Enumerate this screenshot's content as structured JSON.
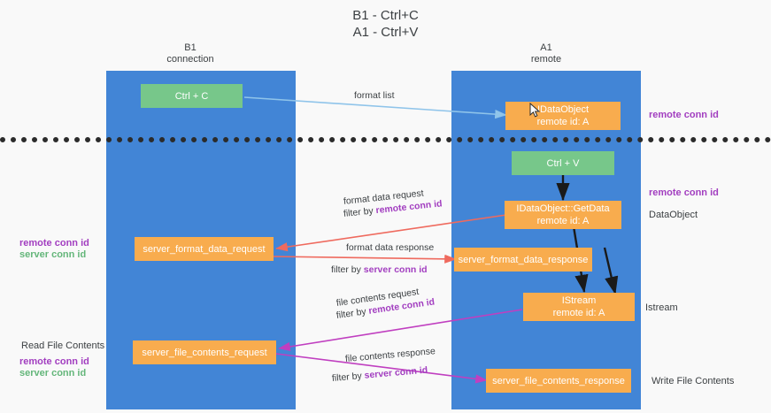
{
  "title": "B1 - Ctrl+C\nA1 - Ctrl+V",
  "columns": [
    {
      "name": "B1",
      "label": "B1\nconnection"
    },
    {
      "name": "A1",
      "label": "A1\nremote"
    }
  ],
  "nodes": {
    "ctrl_c": {
      "line1": "Ctrl + C",
      "line2": ""
    },
    "ctrl_v": {
      "line1": "Ctrl + V",
      "line2": ""
    },
    "idataobject": {
      "line1": "IDataObject",
      "line2": "remote id: A"
    },
    "getdata": {
      "line1": "IDataObject::GetData",
      "line2": "remote id: A"
    },
    "istream": {
      "line1": "IStream",
      "line2": "remote id: A"
    },
    "server_format_data_request": {
      "line1": "server_format_data_request",
      "line2": ""
    },
    "server_format_data_response": {
      "line1": "server_format_data_response",
      "line2": ""
    },
    "server_file_contents_request": {
      "line1": "server_file_contents_request",
      "line2": ""
    },
    "server_file_contents_response": {
      "line1": "server_file_contents_response",
      "line2": ""
    }
  },
  "edge_labels": {
    "format_list": "format list",
    "format_data_request": {
      "line1": "format data request",
      "prefix": "filter by ",
      "highlight": "remote conn id"
    },
    "format_data_response": {
      "line1": "format data response",
      "prefix": "filter by ",
      "highlight": "server conn id"
    },
    "file_contents_request": {
      "line1": "file contents request",
      "prefix": "filter by ",
      "highlight": "remote conn id"
    },
    "file_contents_response": {
      "line1": "file contents response",
      "prefix": "filter by ",
      "highlight": "server conn id"
    }
  },
  "annotations": {
    "right_remote_conn_id_top": "remote conn id",
    "right_remote_conn_id_mid": "remote conn id",
    "right_dataobject": "DataObject",
    "right_istream": "Istream",
    "right_write_file_contents": "Write File Contents",
    "left_read_file_contents": "Read File Contents",
    "left_remote_conn_id": "remote conn id",
    "left_server_conn_id": "server conn id",
    "left_mid_remote_conn_id": "remote conn id",
    "left_mid_server_conn_id": "server conn id"
  },
  "colors": {
    "lane": "#4285d6",
    "green_node": "#77c78a",
    "orange_node": "#f8ac4e",
    "purple_text": "#a23ec0",
    "green_text": "#64b67a",
    "arrow_blue": "#8fc4ea",
    "arrow_red": "#ef6a5e",
    "arrow_magenta": "#c03fc0",
    "arrow_black": "#1a1a1a",
    "background": "#f9f9f9",
    "divider": "#2b2b2b"
  }
}
